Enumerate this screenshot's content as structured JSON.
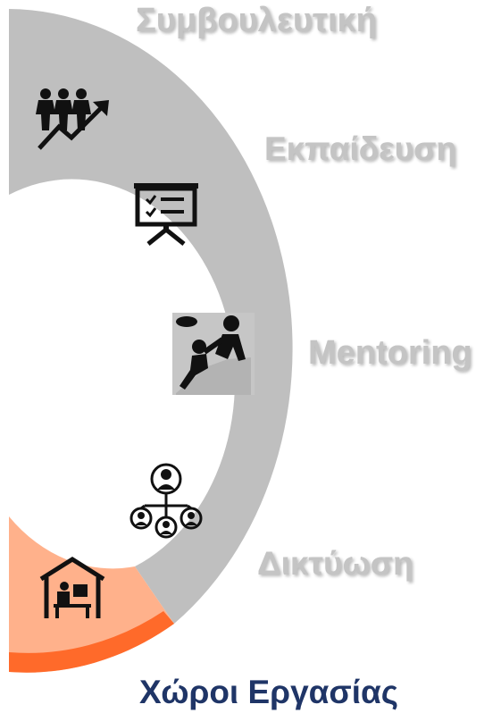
{
  "colors": {
    "ring_gray": "#bfbfbf",
    "highlight_fill": "#ffb18b",
    "highlight_band": "#ff6a2a",
    "inactive_label": "#c4c4c4",
    "active_label": "#1f3567",
    "icon_dark": "#111111"
  },
  "services": [
    {
      "label": "Συμβουλευτική",
      "icon": "people-growth-icon",
      "active": false
    },
    {
      "label": "Εκπαίδευση",
      "icon": "training-board-icon",
      "active": false
    },
    {
      "label": "Mentoring",
      "icon": "helping-climb-icon",
      "active": false
    },
    {
      "label": "Δικτύωση",
      "icon": "network-people-icon",
      "active": false
    },
    {
      "label": "Χώροι Εργασίας",
      "icon": "workspace-house-icon",
      "active": true
    }
  ]
}
